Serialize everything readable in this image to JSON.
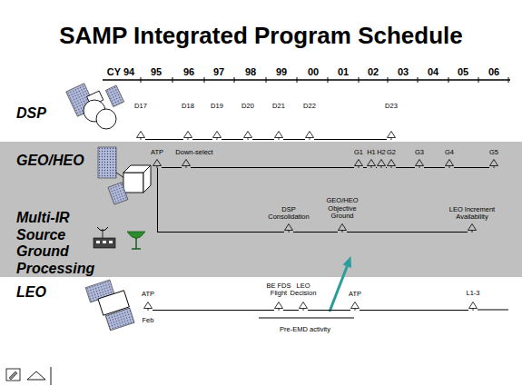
{
  "diagram": {
    "title": "SAMP Integrated Program Schedule",
    "nodes": [
      {
        "text": [
          "D17"
        ]
      },
      {
        "text": [
          "D18"
        ]
      },
      {
        "text": [
          "D19"
        ]
      },
      {
        "text": [
          "D20"
        ]
      },
      {
        "text": [
          "D21"
        ]
      },
      {
        "text": [
          "D22"
        ]
      },
      {
        "text": [
          "D23"
        ]
      },
      {
        "text": [
          "GEO/HEO",
          "Multi-IR Source Ground Processing"
        ]
      },
      {
        "text": [
          "ATP"
        ],
        "in": 7
      },
      {
        "text": [
          "Down-select"
        ],
        "in": 7
      },
      {
        "text": [
          "G1"
        ],
        "in": 7
      },
      {
        "text": [
          "H1"
        ],
        "in": 7
      },
      {
        "text": [
          "H2"
        ],
        "in": 7
      },
      {
        "text": [
          "G2"
        ],
        "in": 7
      },
      {
        "text": [
          "G3"
        ],
        "in": 7
      },
      {
        "text": [
          "G4"
        ],
        "in": 7
      },
      {
        "text": [
          "G5"
        ],
        "in": 7
      },
      {
        "text": [
          "DSP Consolidation"
        ],
        "in": 7
      },
      {
        "text": [
          "GEO/HEO Objective Ground"
        ],
        "in": 7
      },
      {
        "text": [
          "LEO Increment Availability"
        ],
        "in": 7
      },
      {
        "text": [
          "ATP",
          "Feb"
        ]
      },
      {
        "text": [
          "BE FDS Flight"
        ]
      },
      {
        "text": [
          "LEO Decision"
        ]
      },
      {
        "text": [
          "ATP"
        ]
      },
      {
        "text": [
          "L1-3"
        ]
      }
    ],
    "edges": [
      {
        "from": 0,
        "to": 1,
        "arrow": "none"
      },
      {
        "from": 1,
        "to": 2,
        "arrow": "none"
      },
      {
        "from": 2,
        "to": 3,
        "arrow": "none"
      },
      {
        "from": 3,
        "to": 4,
        "arrow": "none"
      },
      {
        "from": 4,
        "to": 5,
        "arrow": "none"
      },
      {
        "from": 5,
        "to": 6,
        "arrow": "none"
      },
      {
        "from": 8,
        "to": 9,
        "arrow": "none"
      },
      {
        "from": 9,
        "to": 10,
        "arrow": "none"
      },
      {
        "from": 10,
        "to": 11,
        "arrow": "none"
      },
      {
        "from": 11,
        "to": 12,
        "arrow": "none"
      },
      {
        "from": 12,
        "to": 13,
        "arrow": "none"
      },
      {
        "from": 13,
        "to": 14,
        "arrow": "none"
      },
      {
        "from": 14,
        "to": 15,
        "arrow": "none"
      },
      {
        "from": 15,
        "to": 16,
        "arrow": "none"
      },
      {
        "from": 8,
        "to": 17,
        "arrow": "none"
      },
      {
        "from": 17,
        "to": 18,
        "arrow": "none"
      },
      {
        "from": 18,
        "to": 19,
        "arrow": "none"
      },
      {
        "from": 20,
        "to": 21,
        "arrow": "none"
      },
      {
        "from": 21,
        "to": 22,
        "arrow": "none"
      },
      {
        "from": 22,
        "to": 23,
        "arrow": "none"
      },
      {
        "from": 23,
        "to": 24,
        "arrow": "none"
      }
    ],
    "labels": [
      "CY 94",
      "95",
      "96",
      "97",
      "98",
      "99",
      "00",
      "01",
      "02",
      "03",
      "04",
      "05",
      "06",
      "DSP",
      "LEO",
      "Pre-EMD activity"
    ]
  }
}
